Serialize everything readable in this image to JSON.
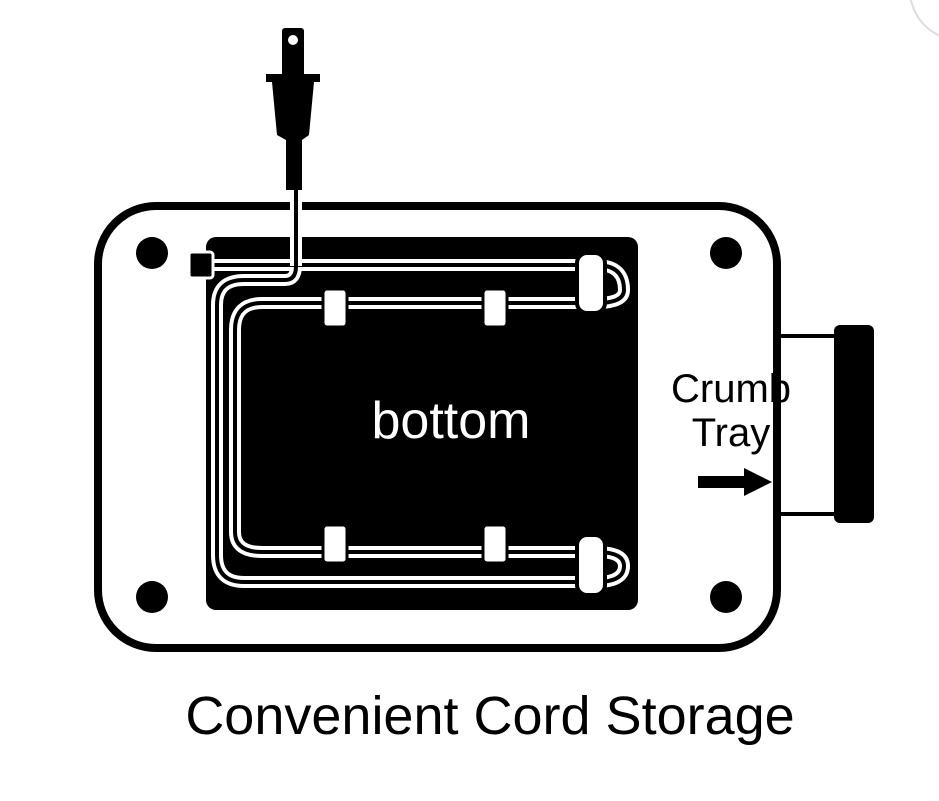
{
  "diagram": {
    "center_label": "bottom",
    "tray_label_line1": "Crumb",
    "tray_label_line2": "Tray",
    "caption": "Convenient Cord Storage"
  },
  "colors": {
    "ink": "#000000",
    "paper": "#ffffff"
  },
  "icons": {
    "plug": "plug-icon",
    "arrow": "arrow-right-icon"
  }
}
